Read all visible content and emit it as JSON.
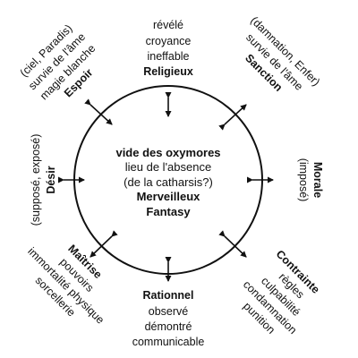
{
  "center": {
    "line1": "vide des oxymores",
    "line2": "lieu de l'absence",
    "line3": "(de la catharsis?)",
    "line4": "Merveilleux",
    "line5": "Fantasy"
  },
  "religieux": {
    "line1": "révélé",
    "line2": "croyance",
    "line3": "ineffable",
    "title": "Religieux"
  },
  "sanction": {
    "line1": "(damnation, Enfer)",
    "line2": "survie de l'âme",
    "title": "Sanction"
  },
  "morale": {
    "line1": "(imposé)",
    "title": "Morale"
  },
  "contrainte": {
    "title": "Contrainte",
    "line1": "règles",
    "line2": "culpabilité",
    "line3": "condamnation",
    "line4": "punition"
  },
  "rationnel": {
    "title": "Rationnel",
    "line1": "observé",
    "line2": "démontré",
    "line3": "communicable"
  },
  "maitrise": {
    "title": "Maîtrise",
    "line1": "pouvoirs",
    "line2": "immortalité physique",
    "line3": "sorcellerie"
  },
  "desir": {
    "line1": "(supposé, exposé)",
    "title": "Désir"
  },
  "espoir": {
    "line1": "(ciel, Paradis)",
    "line2": "survie de l'âme",
    "line3": "magie blanche",
    "title": "Espoir"
  },
  "colors": {
    "stroke": "#111111",
    "text": "#111111",
    "background": "#ffffff"
  }
}
